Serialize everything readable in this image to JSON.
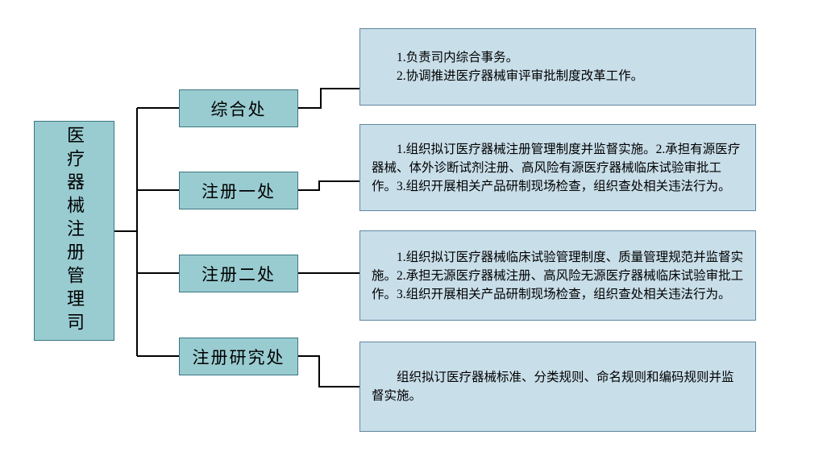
{
  "diagram": {
    "root": {
      "label": "医疗器械注册管理司"
    },
    "branches": [
      {
        "label": "综合处",
        "desc": [
          "1.负责司内综合事务。",
          "2.协调推进医疗器械审评审批制度改革工作。"
        ]
      },
      {
        "label": "注册一处",
        "desc": [
          "1.组织拟订医疗器械注册管理制度并监督实施。2.承担有源医疗器械、体外诊断试剂注册、高风险有源医疗器械临床试验审批工作。3.组织开展相关产品研制现场检查，组织查处相关违法行为。"
        ]
      },
      {
        "label": "注册二处",
        "desc": [
          "1.组织拟订医疗器械临床试验管理制度、质量管理规范并监督实施。2.承担无源医疗器械注册、高风险无源医疗器械临床试验审批工作。3.组织开展相关产品研制现场检查，组织查处相关违法行为。"
        ]
      },
      {
        "label": "注册研究处",
        "desc": [
          "组织拟订医疗器械标准、分类规则、命名规则和编码规则并监督实施。"
        ]
      }
    ],
    "colors": {
      "node_fill": "#99ccd1",
      "node_border": "#3a7680",
      "detail_fill": "#c8dee9",
      "detail_border": "#5f87a0",
      "line": "#000000"
    }
  }
}
